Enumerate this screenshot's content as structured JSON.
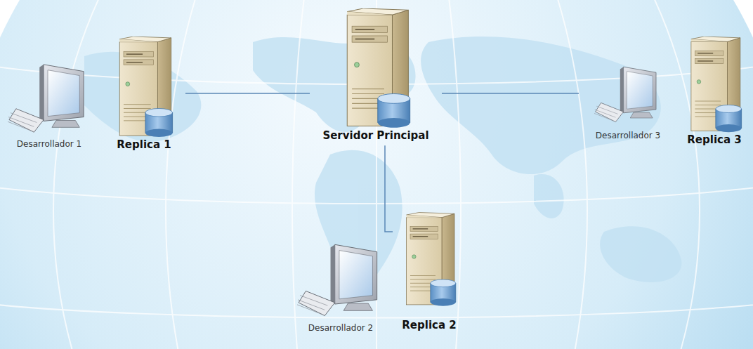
{
  "diagram": {
    "nodes": [
      {
        "text": [
          "Desarrollador 1"
        ]
      },
      {
        "text": [
          "Replica 1"
        ]
      },
      {
        "text": [
          "Servidor Principal"
        ]
      },
      {
        "text": [
          "Desarrollador 3"
        ]
      },
      {
        "text": [
          "Replica 3"
        ]
      },
      {
        "text": [
          "Desarrollador 2"
        ]
      },
      {
        "text": [
          "Replica 2"
        ]
      }
    ],
    "edges": [
      {
        "from": 1,
        "to": 2,
        "arrow": "none"
      },
      {
        "from": 2,
        "to": 3,
        "arrow": "none"
      },
      {
        "from": 2,
        "to": 6,
        "arrow": "none"
      }
    ]
  }
}
